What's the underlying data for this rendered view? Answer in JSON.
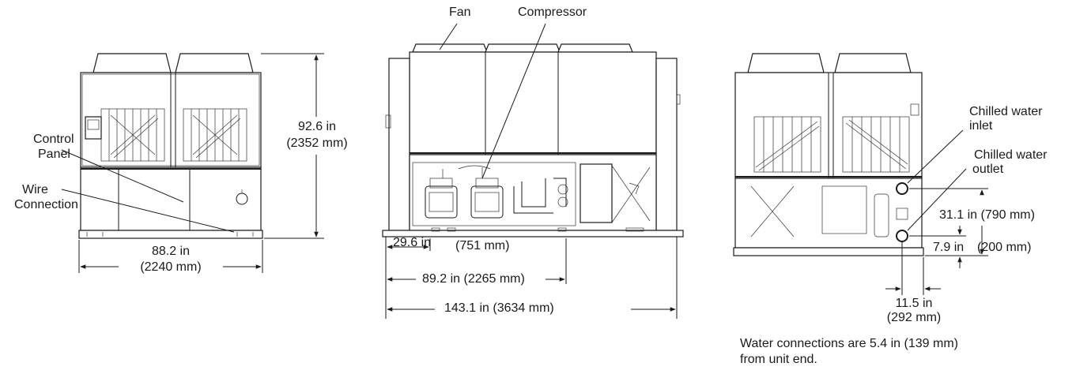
{
  "front_view": {
    "labels": {
      "control_panel_line1": "Control",
      "control_panel_line2": "Panel",
      "wire_connection_line1": "Wire",
      "wire_connection_line2": "Connection"
    },
    "dimensions": {
      "height_in": "92.6 in",
      "height_mm": "(2352 mm)",
      "width_in": "88.2 in",
      "width_mm": "(2240 mm)"
    }
  },
  "side_view": {
    "labels": {
      "fan": "Fan",
      "compressor": "Compressor"
    },
    "dimensions": {
      "d1_in": "29.6 in",
      "d1_mm": "(751 mm)",
      "d2": "89.2 in (2265 mm)",
      "length": "143.1 in (3634 mm)"
    }
  },
  "rear_view": {
    "labels": {
      "inlet_line1": "Chilled water",
      "inlet_line2": "inlet",
      "outlet_line1": "Chilled water",
      "outlet_line2": "outlet"
    },
    "dimensions": {
      "inlet_height": "31.1 in (790 mm)",
      "outlet_height_in": "7.9 in",
      "outlet_height_mm": "(200 mm)",
      "offset_in": "11.5 in",
      "offset_mm": "(292 mm)"
    },
    "note_line1": "Water connections are 5.4 in (139 mm)",
    "note_line2": "from unit end."
  }
}
